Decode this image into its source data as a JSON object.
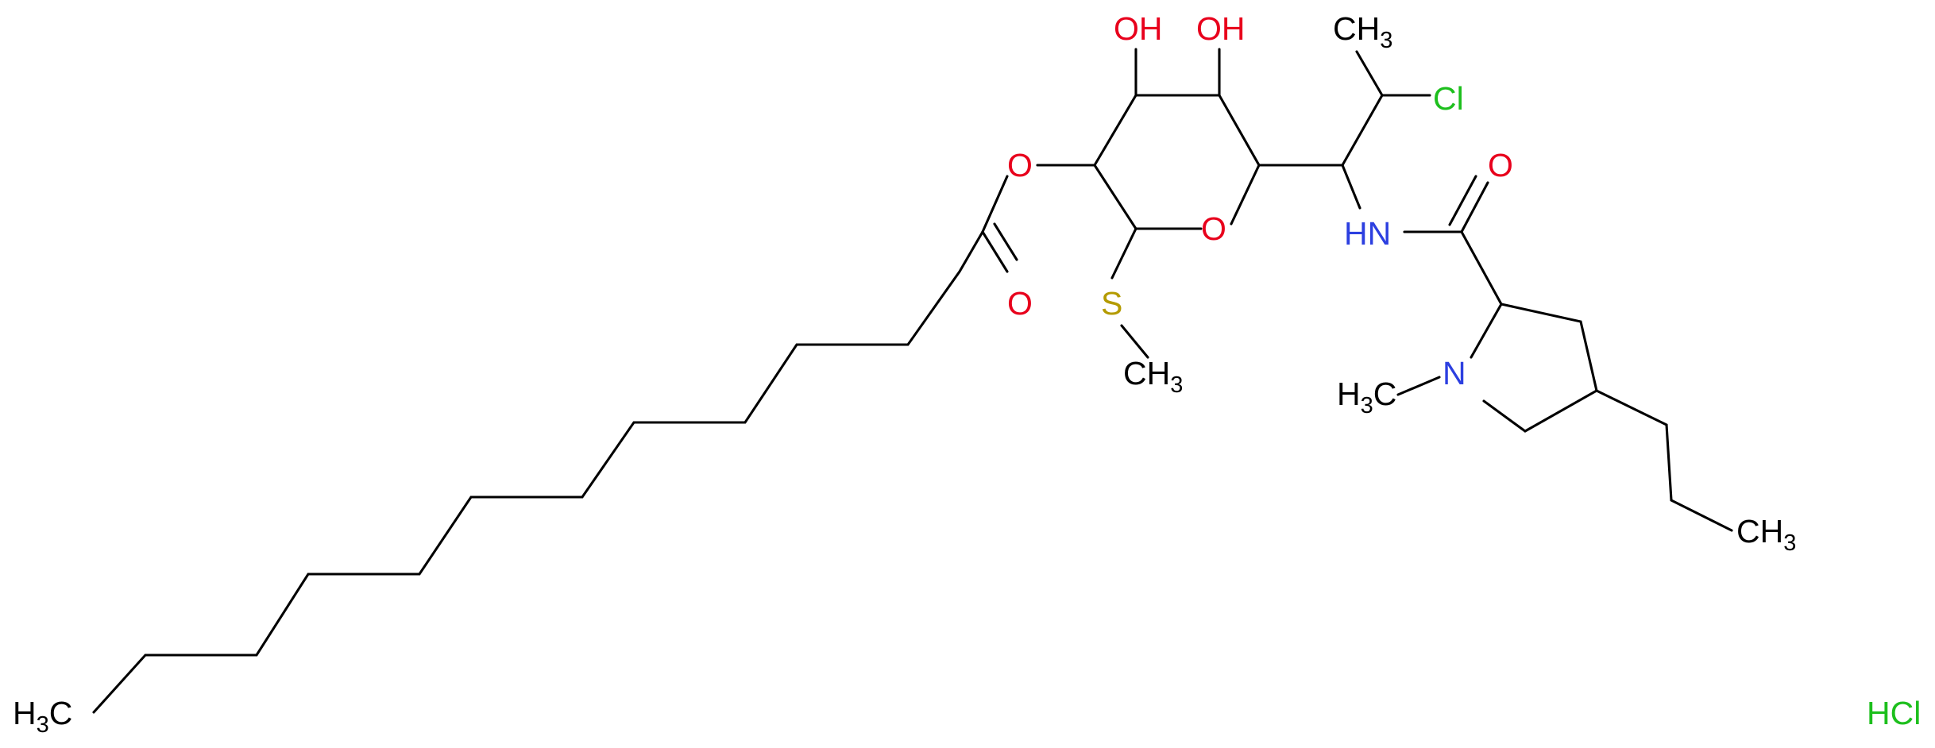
{
  "molecule": {
    "atoms": {
      "oh_left": "OH",
      "oh_right": "OH",
      "ch3_top": "CH",
      "ch3_top_sub": "3",
      "cl": "Cl",
      "o_ester": "O",
      "o_ring": "O",
      "o_carbonyl_ester": "O",
      "o_carbonyl_amide": "O",
      "nh": "HN",
      "s": "S",
      "ch3_s": "CH",
      "ch3_s_sub": "3",
      "n_pyrrolidine": "N",
      "h3c_n": "H",
      "h3c_n_sub": "3",
      "h3c_n_tail": "C",
      "ch3_propyl": "CH",
      "ch3_propyl_sub": "3",
      "h3c_chain": "H",
      "h3c_chain_sub": "3",
      "h3c_chain_tail": "C"
    },
    "salt": "HCl"
  },
  "colors": {
    "oxygen": "#e8001c",
    "nitrogen": "#2c3fe0",
    "chlorine": "#1dbf1d",
    "sulfur": "#b49b00",
    "carbon": "#000000"
  }
}
